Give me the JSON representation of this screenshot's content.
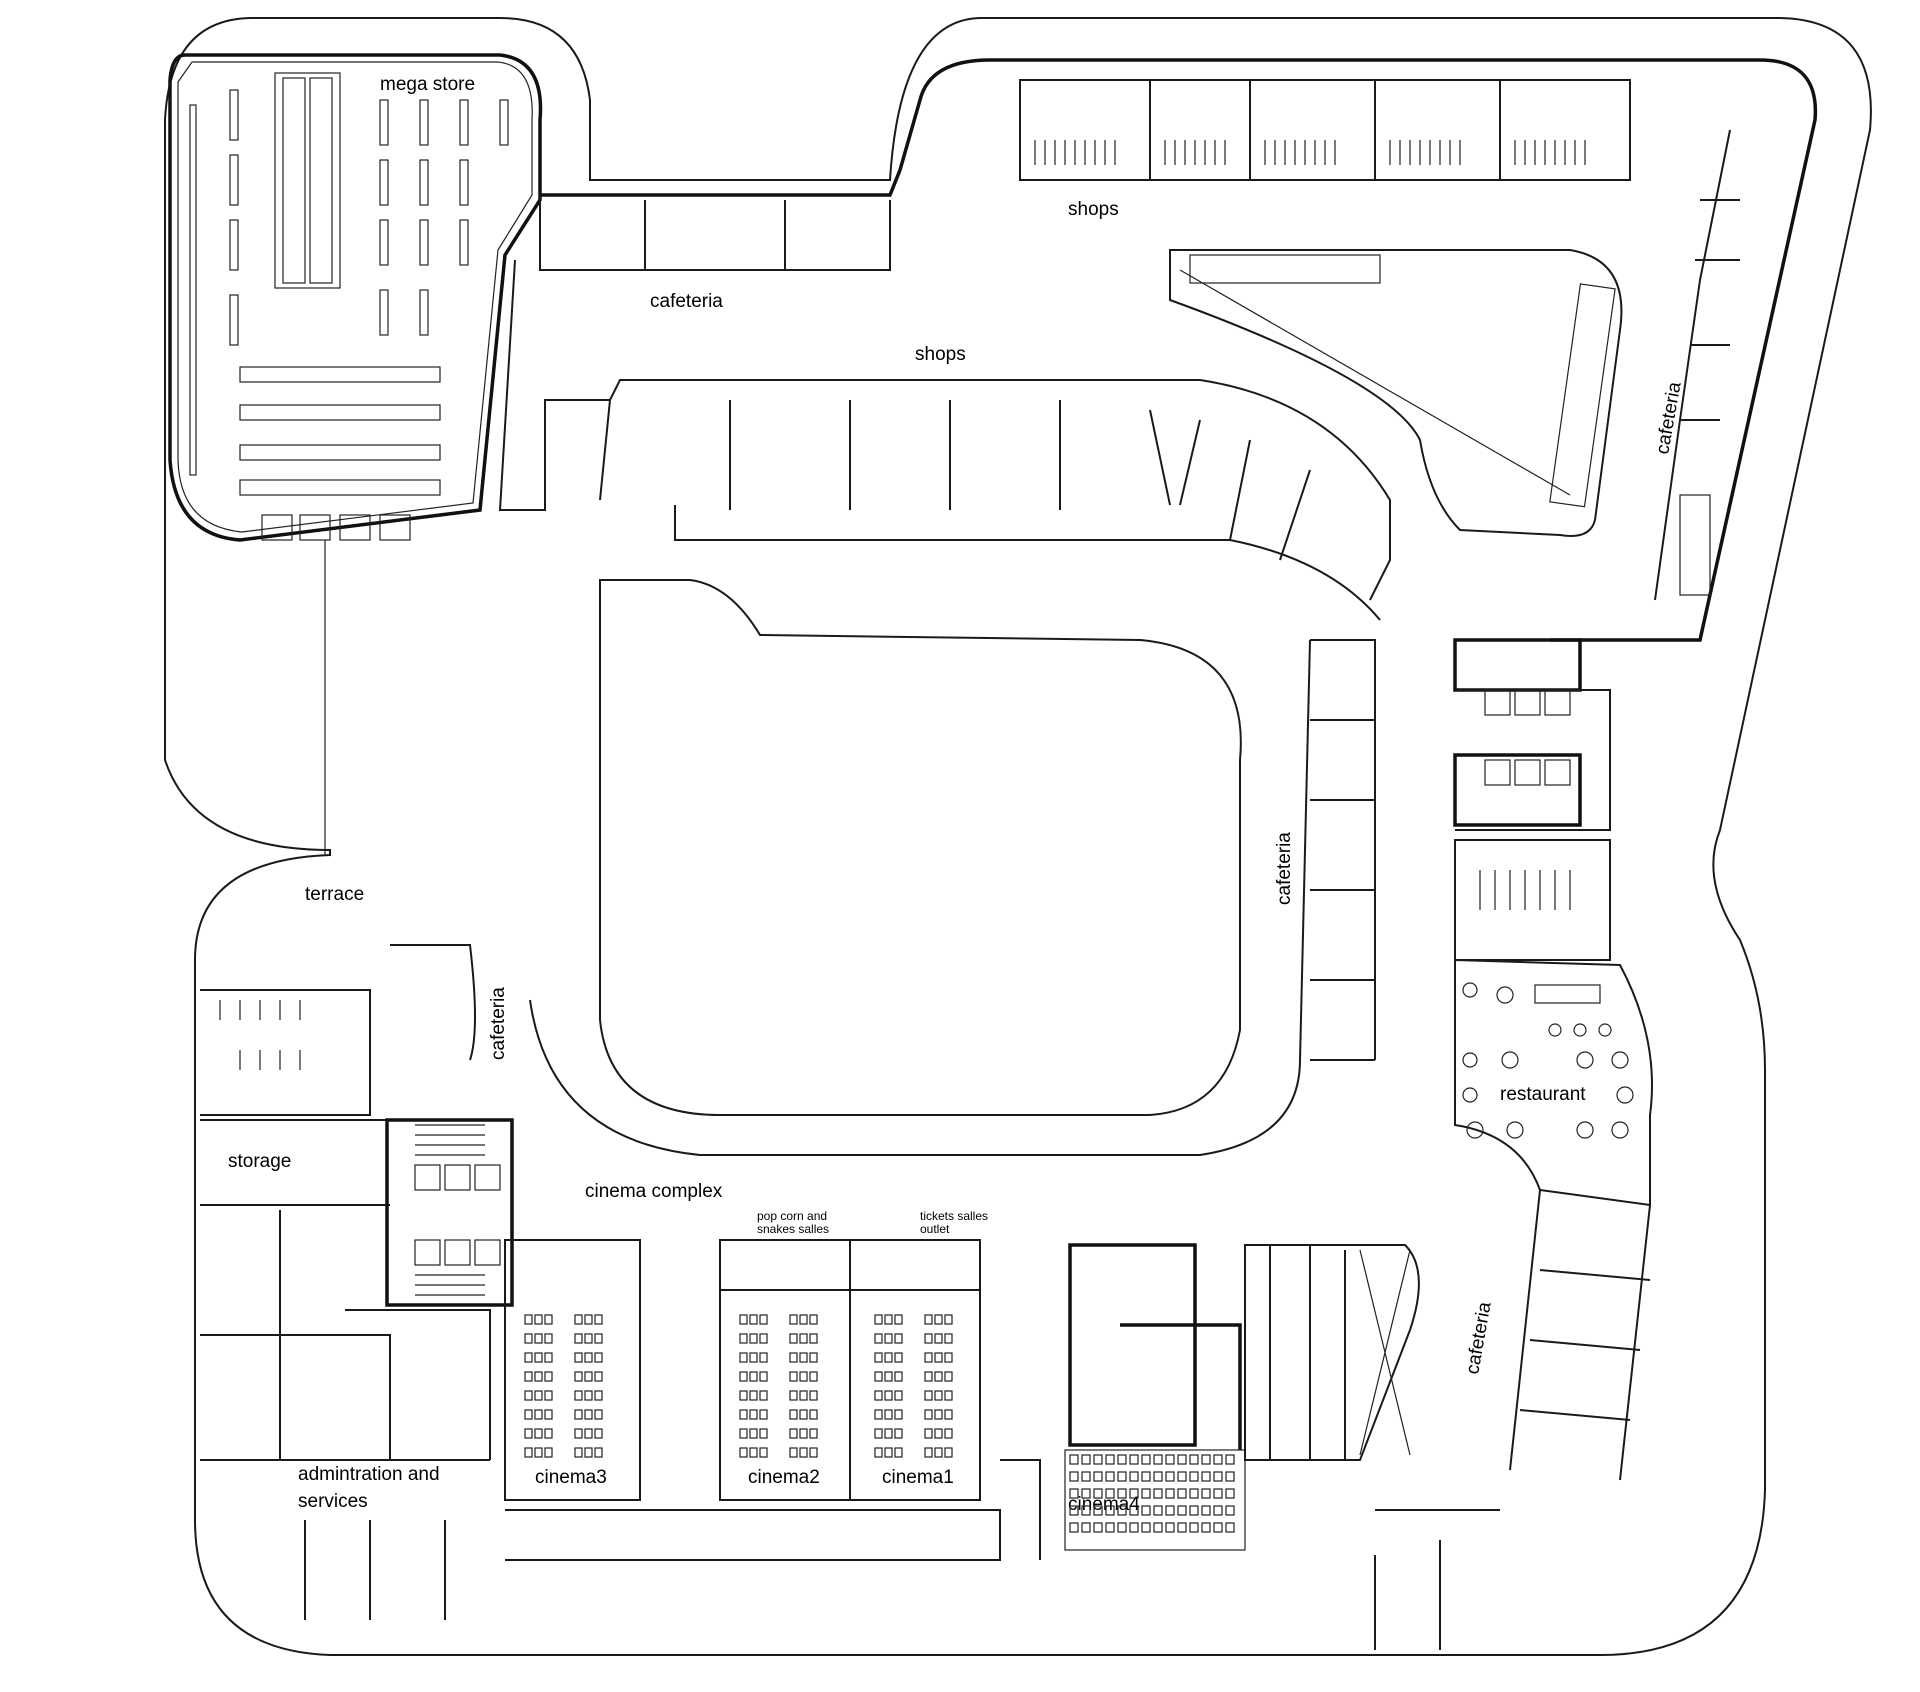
{
  "labels": {
    "mega_store": "mega store",
    "shops_top": "shops",
    "shops_mid": "shops",
    "cafeteria_top": "cafeteria",
    "cafeteria_right": "cafeteria",
    "cafeteria_center": "cafeteria",
    "cafeteria_left": "cafeteria",
    "cafeteria_bottom_right": "cafeteria",
    "terrace": "terrace",
    "storage": "storage",
    "cinema_complex": "cinema complex",
    "popcorn_line1": "pop corn and",
    "popcorn_line2": "snakes salles",
    "tickets_line1": "tickets salles",
    "tickets_line2": "outlet",
    "cinema1": "cinema1",
    "cinema2": "cinema2",
    "cinema3": "cinema3",
    "cinema4": "cinema4",
    "restaurant": "restaurant",
    "admin_line1": "admintration and",
    "admin_line2": "services"
  },
  "colors": {
    "line": "#1a1a1a",
    "background": "#ffffff"
  }
}
